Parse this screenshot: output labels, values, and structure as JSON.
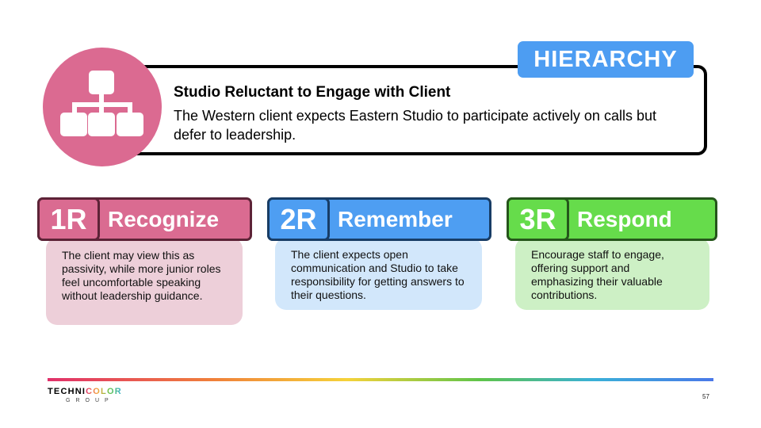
{
  "header": {
    "tag": "HIERARCHY",
    "title": "Studio Reluctant to Engage with Client",
    "description": "The Western client expects Eastern Studio to participate actively on calls but defer to leadership.",
    "icon": "org-chart-icon",
    "icon_color": "#db6a91",
    "tag_color": "#4d9df2"
  },
  "steps": [
    {
      "badge": "1R",
      "label": "Recognize",
      "text": "The client may view this as passivity, while more junior roles feel uncomfortable speaking without leadership guidance.",
      "color": "#da6b91"
    },
    {
      "badge": "2R",
      "label": "Remember",
      "text": "The client expects open communication and Studio to take responsibility for getting answers to their questions.",
      "color": "#4e9ef2"
    },
    {
      "badge": "3R",
      "label": "Respond",
      "text": "Encourage staff to engage, offering support and emphasizing their valuable contributions.",
      "color": "#66dc4b"
    }
  ],
  "footer": {
    "logo_main_pre": "TECHNI",
    "logo_main_post": "COLOR",
    "logo_sub": "GROUP",
    "page_number": "57"
  }
}
